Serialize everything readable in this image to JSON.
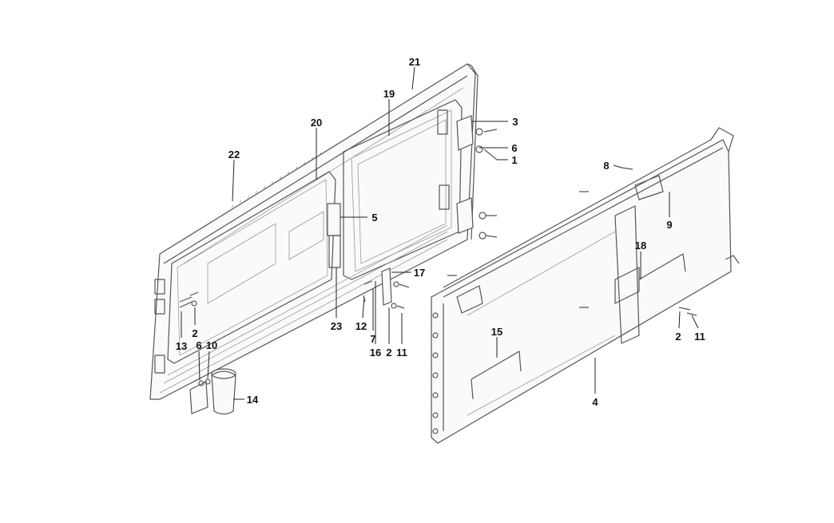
{
  "diagram": {
    "callouts": {
      "c21": "21",
      "c19": "19",
      "c20": "20",
      "c22": "22",
      "c3": "3",
      "c6a": "6",
      "c1": "1",
      "c5": "5",
      "c8": "8",
      "c9": "9",
      "c17": "17",
      "c18": "18",
      "c23": "23",
      "c12": "12",
      "c7": "7",
      "c16": "16",
      "c2a": "2",
      "c11a": "11",
      "c13": "13",
      "c2b": "2",
      "c6b": "6",
      "c10": "10",
      "c14": "14",
      "c15": "15",
      "c4": "4",
      "c2c": "2",
      "c11b": "11"
    }
  }
}
